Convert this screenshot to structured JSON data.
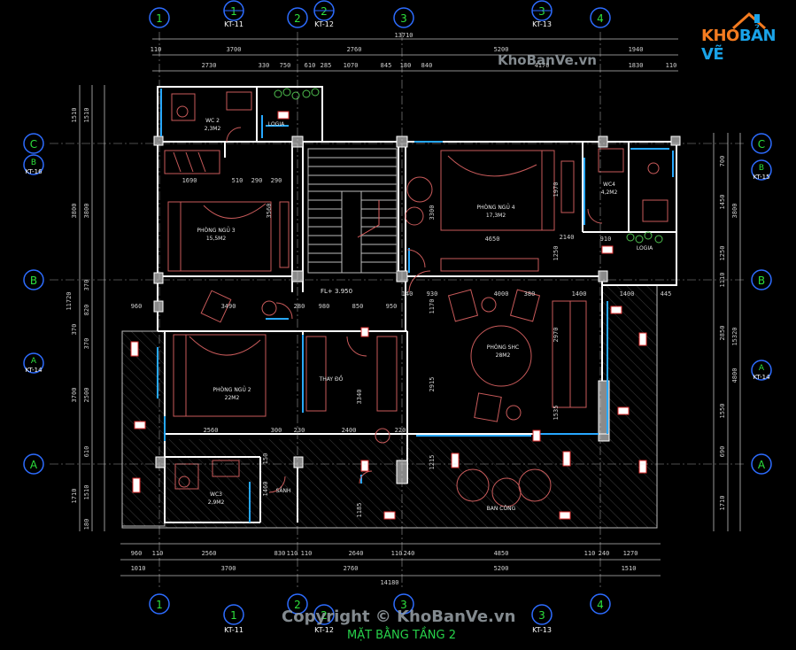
{
  "drawing": {
    "title": "MẶT BẰNG TẦNG 2",
    "watermark_top": "KhoBanVe.vn",
    "watermark_bottom": "Copyright © KhoBanVe.vn",
    "logo": {
      "part1": "KHO",
      "part2": "BẢN VẼ"
    }
  },
  "grid_top": [
    {
      "num": "1",
      "ref": ""
    },
    {
      "num": "1",
      "ref": "KT-11"
    },
    {
      "num": "2",
      "ref": ""
    },
    {
      "num": "2",
      "ref": "KT-12"
    },
    {
      "num": "3",
      "ref": ""
    },
    {
      "num": "3",
      "ref": "KT-13"
    },
    {
      "num": "4",
      "ref": ""
    }
  ],
  "grid_bottom": [
    {
      "num": "1",
      "ref": ""
    },
    {
      "num": "1",
      "ref": "KT-11"
    },
    {
      "num": "2",
      "ref": ""
    },
    {
      "num": "2",
      "ref": "KT-12"
    },
    {
      "num": "3",
      "ref": ""
    },
    {
      "num": "3",
      "ref": "KT-13"
    },
    {
      "num": "4",
      "ref": ""
    }
  ],
  "grid_left": [
    {
      "letter": "C",
      "ref": ""
    },
    {
      "letter": "B",
      "ref": "KT-16"
    },
    {
      "letter": "B",
      "ref": ""
    },
    {
      "letter": "A",
      "ref": "KT-14"
    },
    {
      "letter": "A",
      "ref": ""
    }
  ],
  "grid_right": [
    {
      "letter": "C",
      "ref": ""
    },
    {
      "letter": "B",
      "ref": "KT-15"
    },
    {
      "letter": "B",
      "ref": ""
    },
    {
      "letter": "A",
      "ref": "KT-14"
    },
    {
      "letter": "A",
      "ref": ""
    }
  ],
  "dims_top": {
    "row1": [
      "3700",
      "2760",
      "13710",
      "5200",
      "1940"
    ],
    "row1_small": [
      "110"
    ],
    "row2": [
      "2730",
      "330",
      "750",
      "610",
      "285",
      "1070",
      "845",
      "180",
      "840",
      "4170",
      "1830",
      "110"
    ]
  },
  "dims_bottom": {
    "row1": [
      "960",
      "110",
      "2560",
      "830",
      "110",
      "110",
      "2640",
      "110",
      "240",
      "4850",
      "110",
      "240",
      "1270"
    ],
    "row2": [
      "1010",
      "3700",
      "2760",
      "5200",
      "1510"
    ],
    "total": "14180"
  },
  "dims_left": [
    "1510",
    "1510",
    "3800",
    "3800",
    "11720",
    "370",
    "820",
    "370",
    "370",
    "3700",
    "2500",
    "610",
    "1710",
    "1510",
    "180"
  ],
  "dims_right": [
    "700",
    "1450",
    "1250",
    "3800",
    "1110",
    "15320",
    "2850",
    "4800",
    "1550",
    "690",
    "1710"
  ],
  "rooms": [
    {
      "name": "WC 2",
      "area": "2,3M2"
    },
    {
      "name": "LOGIA",
      "area": ""
    },
    {
      "name": "PHÒNG NGỦ 3",
      "area": "15,5M2"
    },
    {
      "name": "PHÒNG NGỦ 4",
      "area": "17,3M2"
    },
    {
      "name": "WC4",
      "area": "4,2M2"
    },
    {
      "name": "LOGIA",
      "area": ""
    },
    {
      "name": "PHÒNG NGỦ 2",
      "area": "22M2"
    },
    {
      "name": "THAY ĐỒ",
      "area": ""
    },
    {
      "name": "PHÒNG SHC",
      "area": "28M2"
    },
    {
      "name": "WC3",
      "area": "2,9M2"
    },
    {
      "name": "SẢNH",
      "area": ""
    },
    {
      "name": "BAN CÔNG",
      "area": ""
    }
  ],
  "level_mark": "FL+ 3.950",
  "inner_dims": [
    "1690",
    "510",
    "290",
    "290",
    "3560",
    "3300",
    "1970",
    "1250",
    "2140",
    "4650",
    "910",
    "380",
    "140",
    "930",
    "1170",
    "960",
    "3490",
    "280",
    "980",
    "850",
    "950",
    "1400",
    "1400",
    "445",
    "4000",
    "2560",
    "300",
    "230",
    "2400",
    "220",
    "3340",
    "2915",
    "1535",
    "2970",
    "1215",
    "1185",
    "150",
    "1460"
  ],
  "colors": {
    "background": "#000000",
    "grid_circle": "#2d6cff",
    "grid_number": "#2de03c",
    "ref_text": "#ffffff",
    "dim_line": "#c9c9c9",
    "wall": "#ffffff",
    "wall_fill": "#8a8a8a",
    "furniture": "#e06060",
    "hatch": "#4a4a4a",
    "window": "#27a8ff",
    "title": "#27d24a",
    "logo_orange": "#f47b20",
    "logo_blue": "#1aa3e8"
  }
}
